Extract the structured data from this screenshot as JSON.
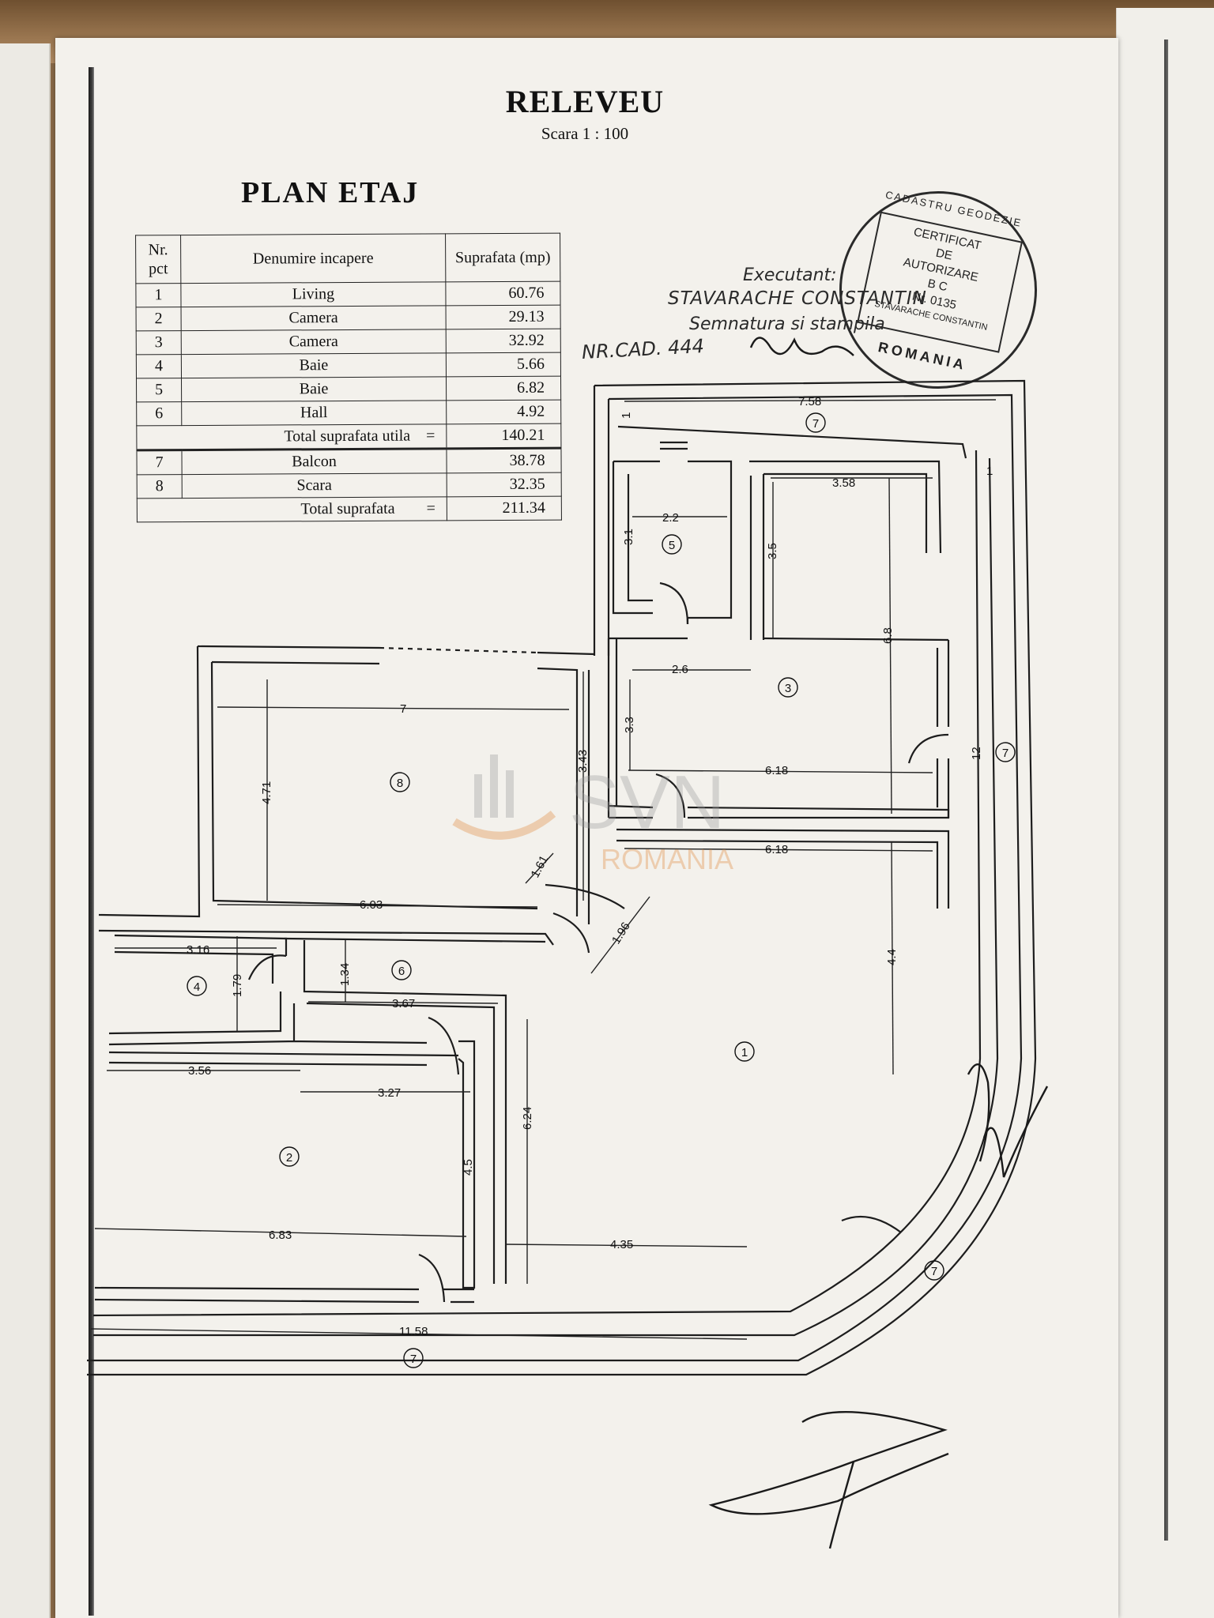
{
  "header": {
    "title": "RELEVEU",
    "scale": "Scara 1 : 100",
    "plan_title": "PLAN ETAJ"
  },
  "table": {
    "col_nr": "Nr. pct",
    "col_name": "Denumire incapere",
    "col_area": "Suprafata (mp)",
    "rows": [
      {
        "nr": "1",
        "name": "Living",
        "area": "60.76"
      },
      {
        "nr": "2",
        "name": "Camera",
        "area": "29.13"
      },
      {
        "nr": "3",
        "name": "Camera",
        "area": "32.92"
      },
      {
        "nr": "4",
        "name": "Baie",
        "area": "5.66"
      },
      {
        "nr": "5",
        "name": "Baie",
        "area": "6.82"
      },
      {
        "nr": "6",
        "name": "Hall",
        "area": "4.92"
      }
    ],
    "total_useful_label": "Total suprafata utila",
    "total_useful_eq": "=",
    "total_useful": "140.21",
    "rows2": [
      {
        "nr": "7",
        "name": "Balcon",
        "area": "38.78"
      },
      {
        "nr": "8",
        "name": "Scara",
        "area": "32.35"
      }
    ],
    "total_label": "Total suprafata",
    "total_eq": "=",
    "total": "211.34"
  },
  "executant": {
    "label": "Executant:",
    "name": "STAVARACHE CONSTANTIN",
    "sign": "Semnatura si stampila",
    "cad": "NR.CAD. 444"
  },
  "stamp": {
    "ring_top": "CADASTRU GEODEZIE",
    "ring_bottom": "ROMANIA",
    "line1": "CERTIFICAT",
    "line2": "DE",
    "line3": "AUTORIZARE",
    "line4": "B C",
    "line5": "Nr. 0135",
    "line6": "STAVARACHE CONSTANTIN"
  },
  "dimensions": {
    "d_7_58": "7.58",
    "d_1a": "1",
    "d_1b": "1",
    "d_3_58": "3.58",
    "d_2_2": "2.2",
    "d_3_1": "3.1",
    "d_3_5": "3.5",
    "d_6_8": "6.8",
    "d_2_6": "2.6",
    "d_7": "7",
    "d_4_71": "4.71",
    "d_3_43": "3.43",
    "d_3_3": "3.3",
    "d_6_18a": "6.18",
    "d_6_18b": "6.18",
    "d_12": "12",
    "d_1_61": "1.61",
    "d_6_03": "6.03",
    "d_1_96": "1.96",
    "d_3_16": "3.16",
    "d_1_79": "1.79",
    "d_1_34": "1.34",
    "d_3_67": "3.67",
    "d_4_4": "4.4",
    "d_3_56": "3.56",
    "d_3_27": "3.27",
    "d_6_24": "6.24",
    "d_4_5": "4.5",
    "d_6_83": "6.83",
    "d_4_35": "4.35",
    "d_11_58": "11.58"
  },
  "rooms": {
    "r1": "1",
    "r2": "2",
    "r3": "3",
    "r4": "4",
    "r5": "5",
    "r6": "6",
    "r7a": "7",
    "r7b": "7",
    "r7c": "7",
    "r7d": "7",
    "r8": "8"
  },
  "watermark": {
    "brand": "SVN",
    "country": "ROMANIA",
    "accent": "#e08a3c"
  }
}
